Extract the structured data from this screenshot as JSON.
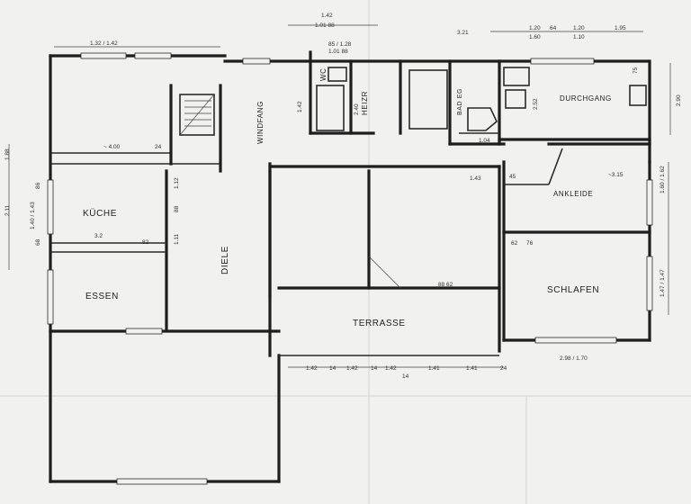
{
  "rooms": {
    "kueche": "KÜCHE",
    "essen": "ESSEN",
    "diele": "DIELE",
    "terrasse": "TERRASSE",
    "schlafen": "SCHLAFEN",
    "durchgang": "DURCHGANG",
    "ankleide": "ANKLEIDE",
    "windfang": "WINDFANG",
    "heizr": "HEIZR",
    "wc": "WC",
    "bad": "BAD EG"
  },
  "dimensions": {
    "top_left": "1.32 / 1.42",
    "top_mid_a": "1.42",
    "top_mid_b": "1.01  88",
    "top_mid_c": "85 / 1.28",
    "top_mid_d": "1.01  88",
    "top_center": "3.21",
    "top_r1": "1.20",
    "top_r2": "64",
    "top_r3": "1.20",
    "top_r4": "1.95",
    "top_r5": "1.60",
    "top_r6": "1.10",
    "kitchen_width": "~ 4.00",
    "kitchen_24": "24",
    "dining_width": "3.2",
    "dining_82": "82",
    "left_v1": "2.11",
    "left_v2": "1.88",
    "left_v3": "1.40 / 1.43",
    "left_v4": "86",
    "left_v5": "68",
    "wall_12": "1.12",
    "wall_88": "88",
    "wall_111": "1.11",
    "wc_142": "1.42",
    "heizr_240": "2.40",
    "bad_252": "2.52",
    "bad_104": "1.04",
    "r_175": "75",
    "r_290": "2.90",
    "r_162": "1.60 / 1.62",
    "mid_143": "1.43",
    "mid_45": "45",
    "mid_315": "~3.15",
    "schlafen_62a": "62",
    "schlafen_76": "76",
    "terrace_top": "88  62",
    "right_147": "1.47 / 1.47",
    "bottom_a": "1.42",
    "bottom_b": "1.42",
    "bottom_c": "1.42",
    "bottom_d": "1.41",
    "bottom_e": "1.41",
    "bottom_14a": "14",
    "bottom_14b": "14",
    "bottom_14c": "14",
    "bottom_24": "24",
    "schlafen_bottom": "2.98 / 1.70"
  }
}
